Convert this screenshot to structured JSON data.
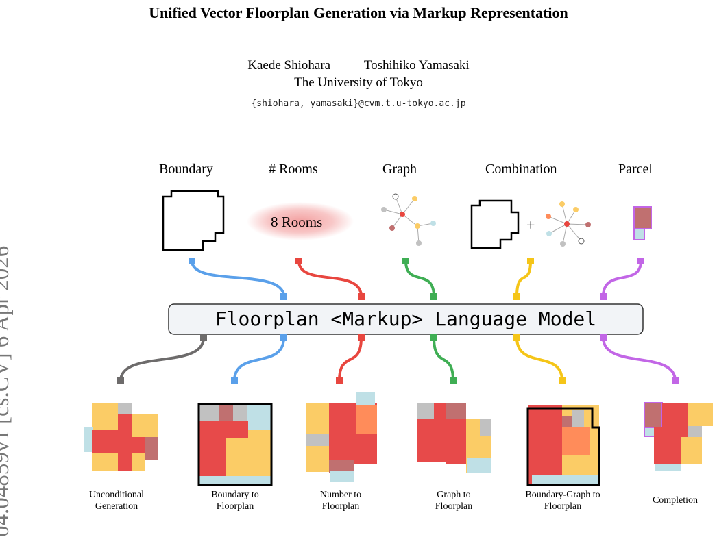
{
  "paper": {
    "title": "Unified Vector Floorplan Generation via Markup Representation",
    "authors": [
      "Kaede Shiohara",
      "Toshihiko Yamasaki"
    ],
    "affiliation": "The University of Tokyo",
    "email": "{shiohara, yamasaki}@cvm.t.u-tokyo.ac.jp",
    "arxiv_id": "04.04859v1  [cs.CV]  6 Apr 2026"
  },
  "figure": {
    "inputs": [
      "Boundary",
      "# Rooms",
      "Graph",
      "Combination",
      "Parcel"
    ],
    "rooms_text": "8 Rooms",
    "model_label": "Floorplan <Markup> Language Model",
    "outputs": [
      [
        "Unconditional",
        "Generation"
      ],
      [
        "Boundary to",
        "Floorplan"
      ],
      [
        "Number to",
        "Floorplan"
      ],
      [
        "Graph to",
        "Floorplan"
      ],
      [
        "Boundary-Graph to",
        "Floorplan"
      ],
      [
        "Completion"
      ]
    ],
    "colors": {
      "gray": "#6d6b6b",
      "blue": "#5aa0ea",
      "red": "#e8463f",
      "green": "#3fae54",
      "yellow": "#f5c518",
      "purple": "#c266e6",
      "living": "#e74a4a",
      "bedroom": "#fbcc66",
      "bath": "#bfe0e6",
      "kitchen": "#ff8c5a",
      "storage": "#c1c1c1",
      "balcony": "#c07070"
    }
  }
}
